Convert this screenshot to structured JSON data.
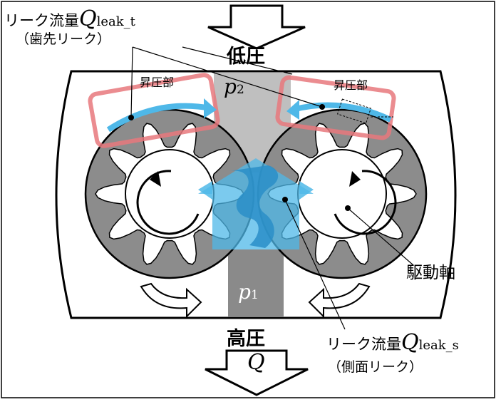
{
  "labels": {
    "low_pressure": "低圧",
    "high_pressure": "高圧",
    "boost_left": "昇圧部",
    "boost_right": "昇圧部",
    "drive_shaft": "駆動軸",
    "leak_tip": {
      "prefix": "リーク流量",
      "symbol": "Q",
      "subscript": "leak_t",
      "note": "（歯先リーク）"
    },
    "leak_side": {
      "prefix": "リーク流量",
      "symbol": "Q",
      "subscript": "leak_s",
      "note": "（側面リーク）"
    },
    "p2": {
      "symbol": "p",
      "subscript": "2"
    },
    "p1": {
      "symbol": "p",
      "subscript": "1"
    },
    "flow": "Q"
  },
  "colors": {
    "gear_dark": "#8c8c8c",
    "gear_light": "#ffffff",
    "channel": "#bfbfbf",
    "channel_dark": "#8a8a8a",
    "highlight_box": "#e8787c",
    "flow_blue": "#4fb8e8",
    "mesh_blue": "#2a8ec8"
  },
  "gears": {
    "teeth": 10
  }
}
